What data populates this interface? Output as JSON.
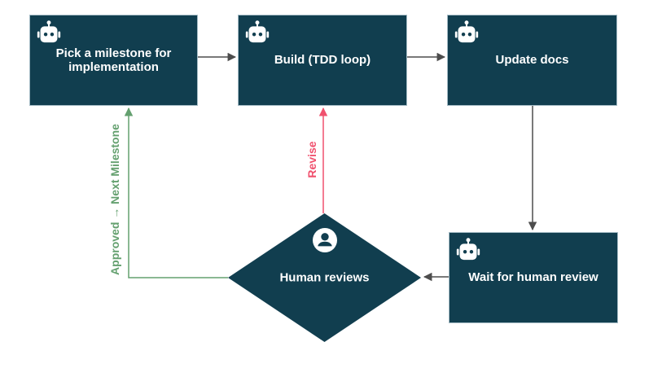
{
  "colors": {
    "node-fill": "#113e4f",
    "node-border": "#a3bac4",
    "node-text": "#ffffff",
    "edge": "#4d4d4d",
    "revise": "#f0516e",
    "approve": "#64a06f"
  },
  "nodes": {
    "pick": {
      "label": "Pick a milestone for implementation",
      "icon": "robot-icon"
    },
    "build": {
      "label": "Build (TDD loop)",
      "icon": "robot-icon"
    },
    "docs": {
      "label": "Update docs",
      "icon": "robot-icon"
    },
    "wait": {
      "label": "Wait for human review",
      "icon": "robot-icon"
    },
    "review": {
      "label": "Human reviews",
      "icon": "person-icon",
      "shape": "diamond"
    }
  },
  "edge_labels": {
    "approve": "Approved → Next Milestone",
    "revise": "Revise"
  },
  "edges": [
    {
      "from": "pick",
      "to": "build",
      "label": ""
    },
    {
      "from": "build",
      "to": "docs",
      "label": ""
    },
    {
      "from": "docs",
      "to": "wait",
      "label": ""
    },
    {
      "from": "wait",
      "to": "review",
      "label": ""
    },
    {
      "from": "review",
      "to": "build",
      "label": "Revise"
    },
    {
      "from": "review",
      "to": "pick",
      "label": "Approved → Next Milestone"
    }
  ]
}
